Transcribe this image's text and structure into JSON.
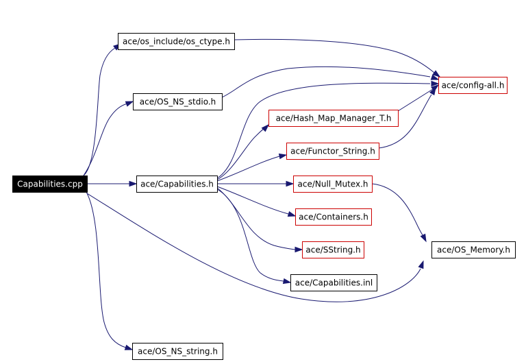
{
  "colors": {
    "edge": "#191970",
    "root_fill": "#000000",
    "root_text": "#ffffff",
    "border_default": "#000000",
    "border_undocumented": "#cc0000",
    "node_fill": "#ffffff",
    "node_text": "#000000"
  },
  "nodes": [
    {
      "id": "capabilities_cpp",
      "label": "Capabilities.cpp",
      "style": "root"
    },
    {
      "id": "os_ctype",
      "label": "ace/os_include/os_ctype.h",
      "style": "default"
    },
    {
      "id": "os_ns_stdio",
      "label": "ace/OS_NS_stdio.h",
      "style": "default"
    },
    {
      "id": "capabilities_h",
      "label": "ace/Capabilities.h",
      "style": "default"
    },
    {
      "id": "os_ns_string",
      "label": "ace/OS_NS_string.h",
      "style": "default"
    },
    {
      "id": "config_all",
      "label": "ace/config-all.h",
      "style": "undocumented"
    },
    {
      "id": "hash_map",
      "label": "ace/Hash_Map_Manager_T.h",
      "style": "undocumented"
    },
    {
      "id": "functor_string",
      "label": "ace/Functor_String.h",
      "style": "undocumented"
    },
    {
      "id": "null_mutex",
      "label": "ace/Null_Mutex.h",
      "style": "undocumented"
    },
    {
      "id": "containers",
      "label": "ace/Containers.h",
      "style": "undocumented"
    },
    {
      "id": "sstring",
      "label": "ace/SString.h",
      "style": "undocumented"
    },
    {
      "id": "capabilities_inl",
      "label": "ace/Capabilities.inl",
      "style": "default"
    },
    {
      "id": "os_memory",
      "label": "ace/OS_Memory.h",
      "style": "default"
    }
  ],
  "edges": [
    {
      "from": "capabilities_cpp",
      "to": "os_ctype"
    },
    {
      "from": "capabilities_cpp",
      "to": "os_ns_stdio"
    },
    {
      "from": "capabilities_cpp",
      "to": "capabilities_h"
    },
    {
      "from": "capabilities_cpp",
      "to": "os_ns_string"
    },
    {
      "from": "capabilities_cpp",
      "to": "os_memory"
    },
    {
      "from": "os_ctype",
      "to": "config_all"
    },
    {
      "from": "os_ns_stdio",
      "to": "config_all"
    },
    {
      "from": "capabilities_h",
      "to": "config_all"
    },
    {
      "from": "capabilities_h",
      "to": "hash_map"
    },
    {
      "from": "capabilities_h",
      "to": "functor_string"
    },
    {
      "from": "capabilities_h",
      "to": "null_mutex"
    },
    {
      "from": "capabilities_h",
      "to": "containers"
    },
    {
      "from": "capabilities_h",
      "to": "sstring"
    },
    {
      "from": "capabilities_h",
      "to": "capabilities_inl"
    },
    {
      "from": "hash_map",
      "to": "config_all"
    },
    {
      "from": "functor_string",
      "to": "config_all"
    },
    {
      "from": "null_mutex",
      "to": "os_memory"
    }
  ]
}
